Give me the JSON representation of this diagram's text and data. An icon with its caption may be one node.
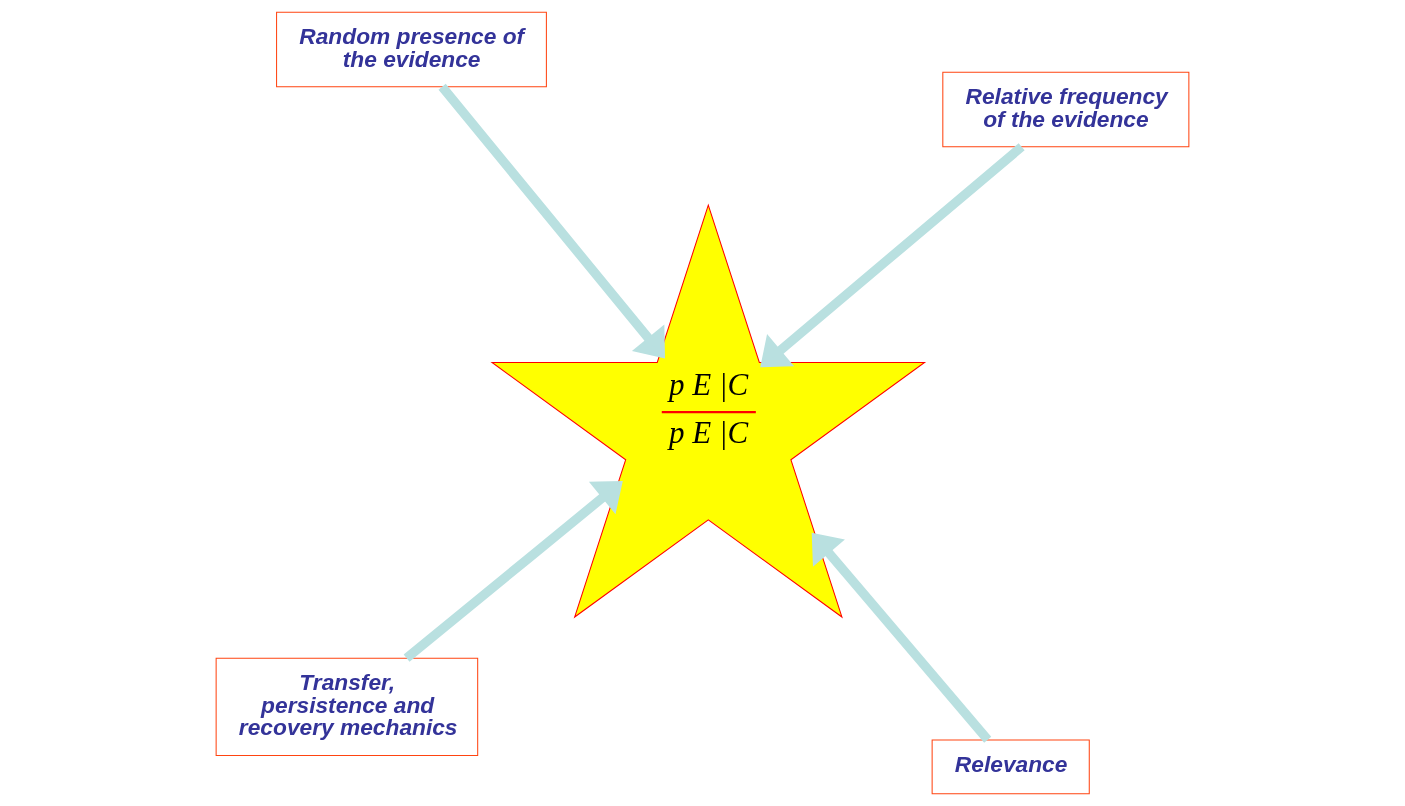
{
  "diagram": {
    "nodes": [
      {
        "text": [
          "Transfer, persistence and recovery mechanics"
        ]
      },
      {
        "text": [
          "Relevance"
        ]
      },
      {
        "text": [
          "p E |C",
          "p E |C"
        ]
      },
      {
        "text": [
          "Random presence of the evidence"
        ]
      },
      {
        "text": [
          "Relative frequency of the evidence"
        ]
      }
    ],
    "edges": [
      {
        "from": 0,
        "to": 2,
        "arrow": "to"
      },
      {
        "from": 1,
        "to": 2,
        "arrow": "to"
      },
      {
        "from": 3,
        "to": 2,
        "arrow": "to"
      },
      {
        "from": 4,
        "to": 2,
        "arrow": "to"
      }
    ]
  }
}
